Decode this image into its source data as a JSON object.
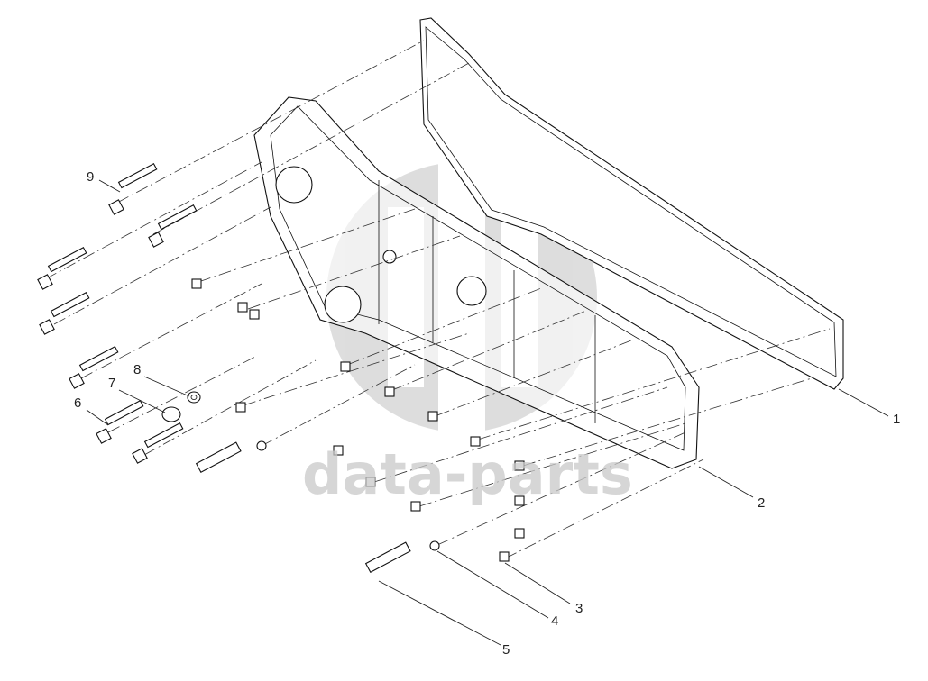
{
  "watermark": {
    "text": "data-parts",
    "logo": "dp-logo-watermark"
  },
  "callouts": [
    {
      "id": "1",
      "part": "gasket"
    },
    {
      "id": "2",
      "part": "cover"
    },
    {
      "id": "3",
      "part": "screw"
    },
    {
      "id": "4",
      "part": "seal-ring"
    },
    {
      "id": "5",
      "part": "stud"
    },
    {
      "id": "6",
      "part": "long-bolt"
    },
    {
      "id": "7",
      "part": "plug"
    },
    {
      "id": "8",
      "part": "sealing-washer"
    },
    {
      "id": "9",
      "part": "long-bolt"
    }
  ]
}
